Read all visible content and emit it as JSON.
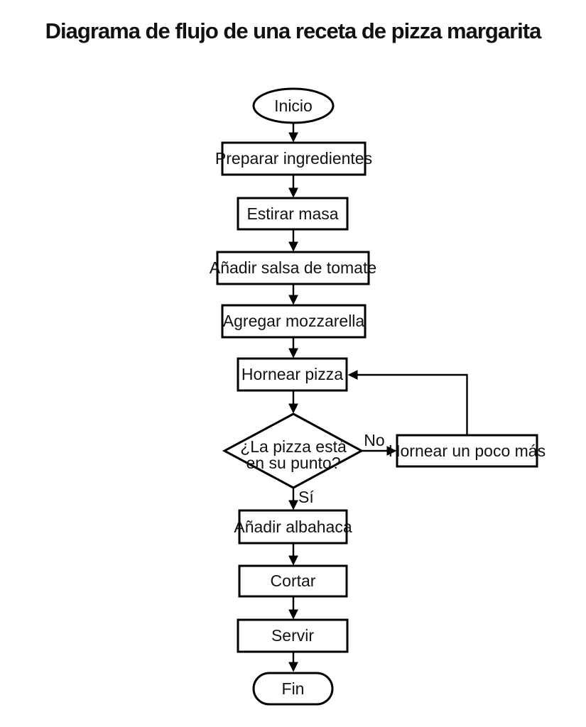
{
  "page": {
    "title": "Diagrama de flujo de una receta de pizza margarita"
  },
  "flowchart": {
    "nodes": {
      "start": {
        "type": "terminator",
        "label": "Inicio"
      },
      "prepare": {
        "type": "process",
        "label": "Preparar ingredientes"
      },
      "stretch": {
        "type": "process",
        "label": "Estirar masa"
      },
      "sauce": {
        "type": "process",
        "label": "Añadir salsa de tomate"
      },
      "cheese": {
        "type": "process",
        "label": "Agregar mozzarella"
      },
      "bake": {
        "type": "process",
        "label": "Hornear pizza"
      },
      "decision": {
        "type": "decision",
        "line1": "¿La pizza está",
        "line2": "en su punto?"
      },
      "bake_more": {
        "type": "process",
        "label": "Hornear un poco más"
      },
      "basil": {
        "type": "process",
        "label": "Añadir albahaca"
      },
      "cut": {
        "type": "process",
        "label": "Cortar"
      },
      "serve": {
        "type": "process",
        "label": "Servir"
      },
      "end": {
        "type": "terminator",
        "label": "Fin"
      }
    },
    "edge_labels": {
      "no": "No",
      "yes": "Sí"
    },
    "colors": {
      "stroke": "#000000",
      "text": "#111111",
      "background": "#ffffff"
    }
  }
}
